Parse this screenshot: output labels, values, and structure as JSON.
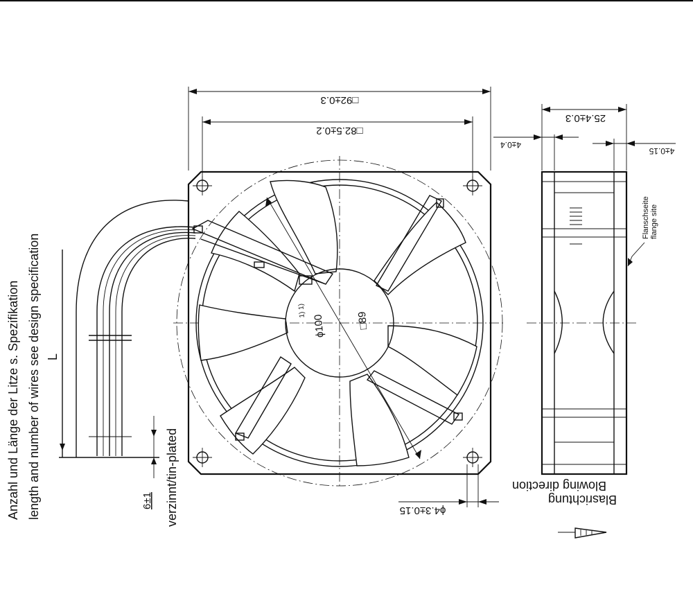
{
  "dimensions": {
    "width_outer": "□92±0.3",
    "width_inner": "□82.5±0.2",
    "depth": "25.4±0.3",
    "flange_top": "4±0.4",
    "flange_right": "4±0.15",
    "hole": "ϕ4.3±0.15",
    "diameter": "ϕ100",
    "hub_square": "□89",
    "tolerance_marks": "1) 1)"
  },
  "labels": {
    "flange_de": "Flanschseite",
    "flange_en": "flange site",
    "blow_de": "Blasrichtung",
    "blow_en": "Blowing direction",
    "length": "L",
    "strip": "6±1",
    "tin_plated": "verzinnt/tin-plated",
    "wires_de": "Anzahl und Länge der Litze s. Spezifikation",
    "wires_en": "length and number of wires see design specification"
  }
}
